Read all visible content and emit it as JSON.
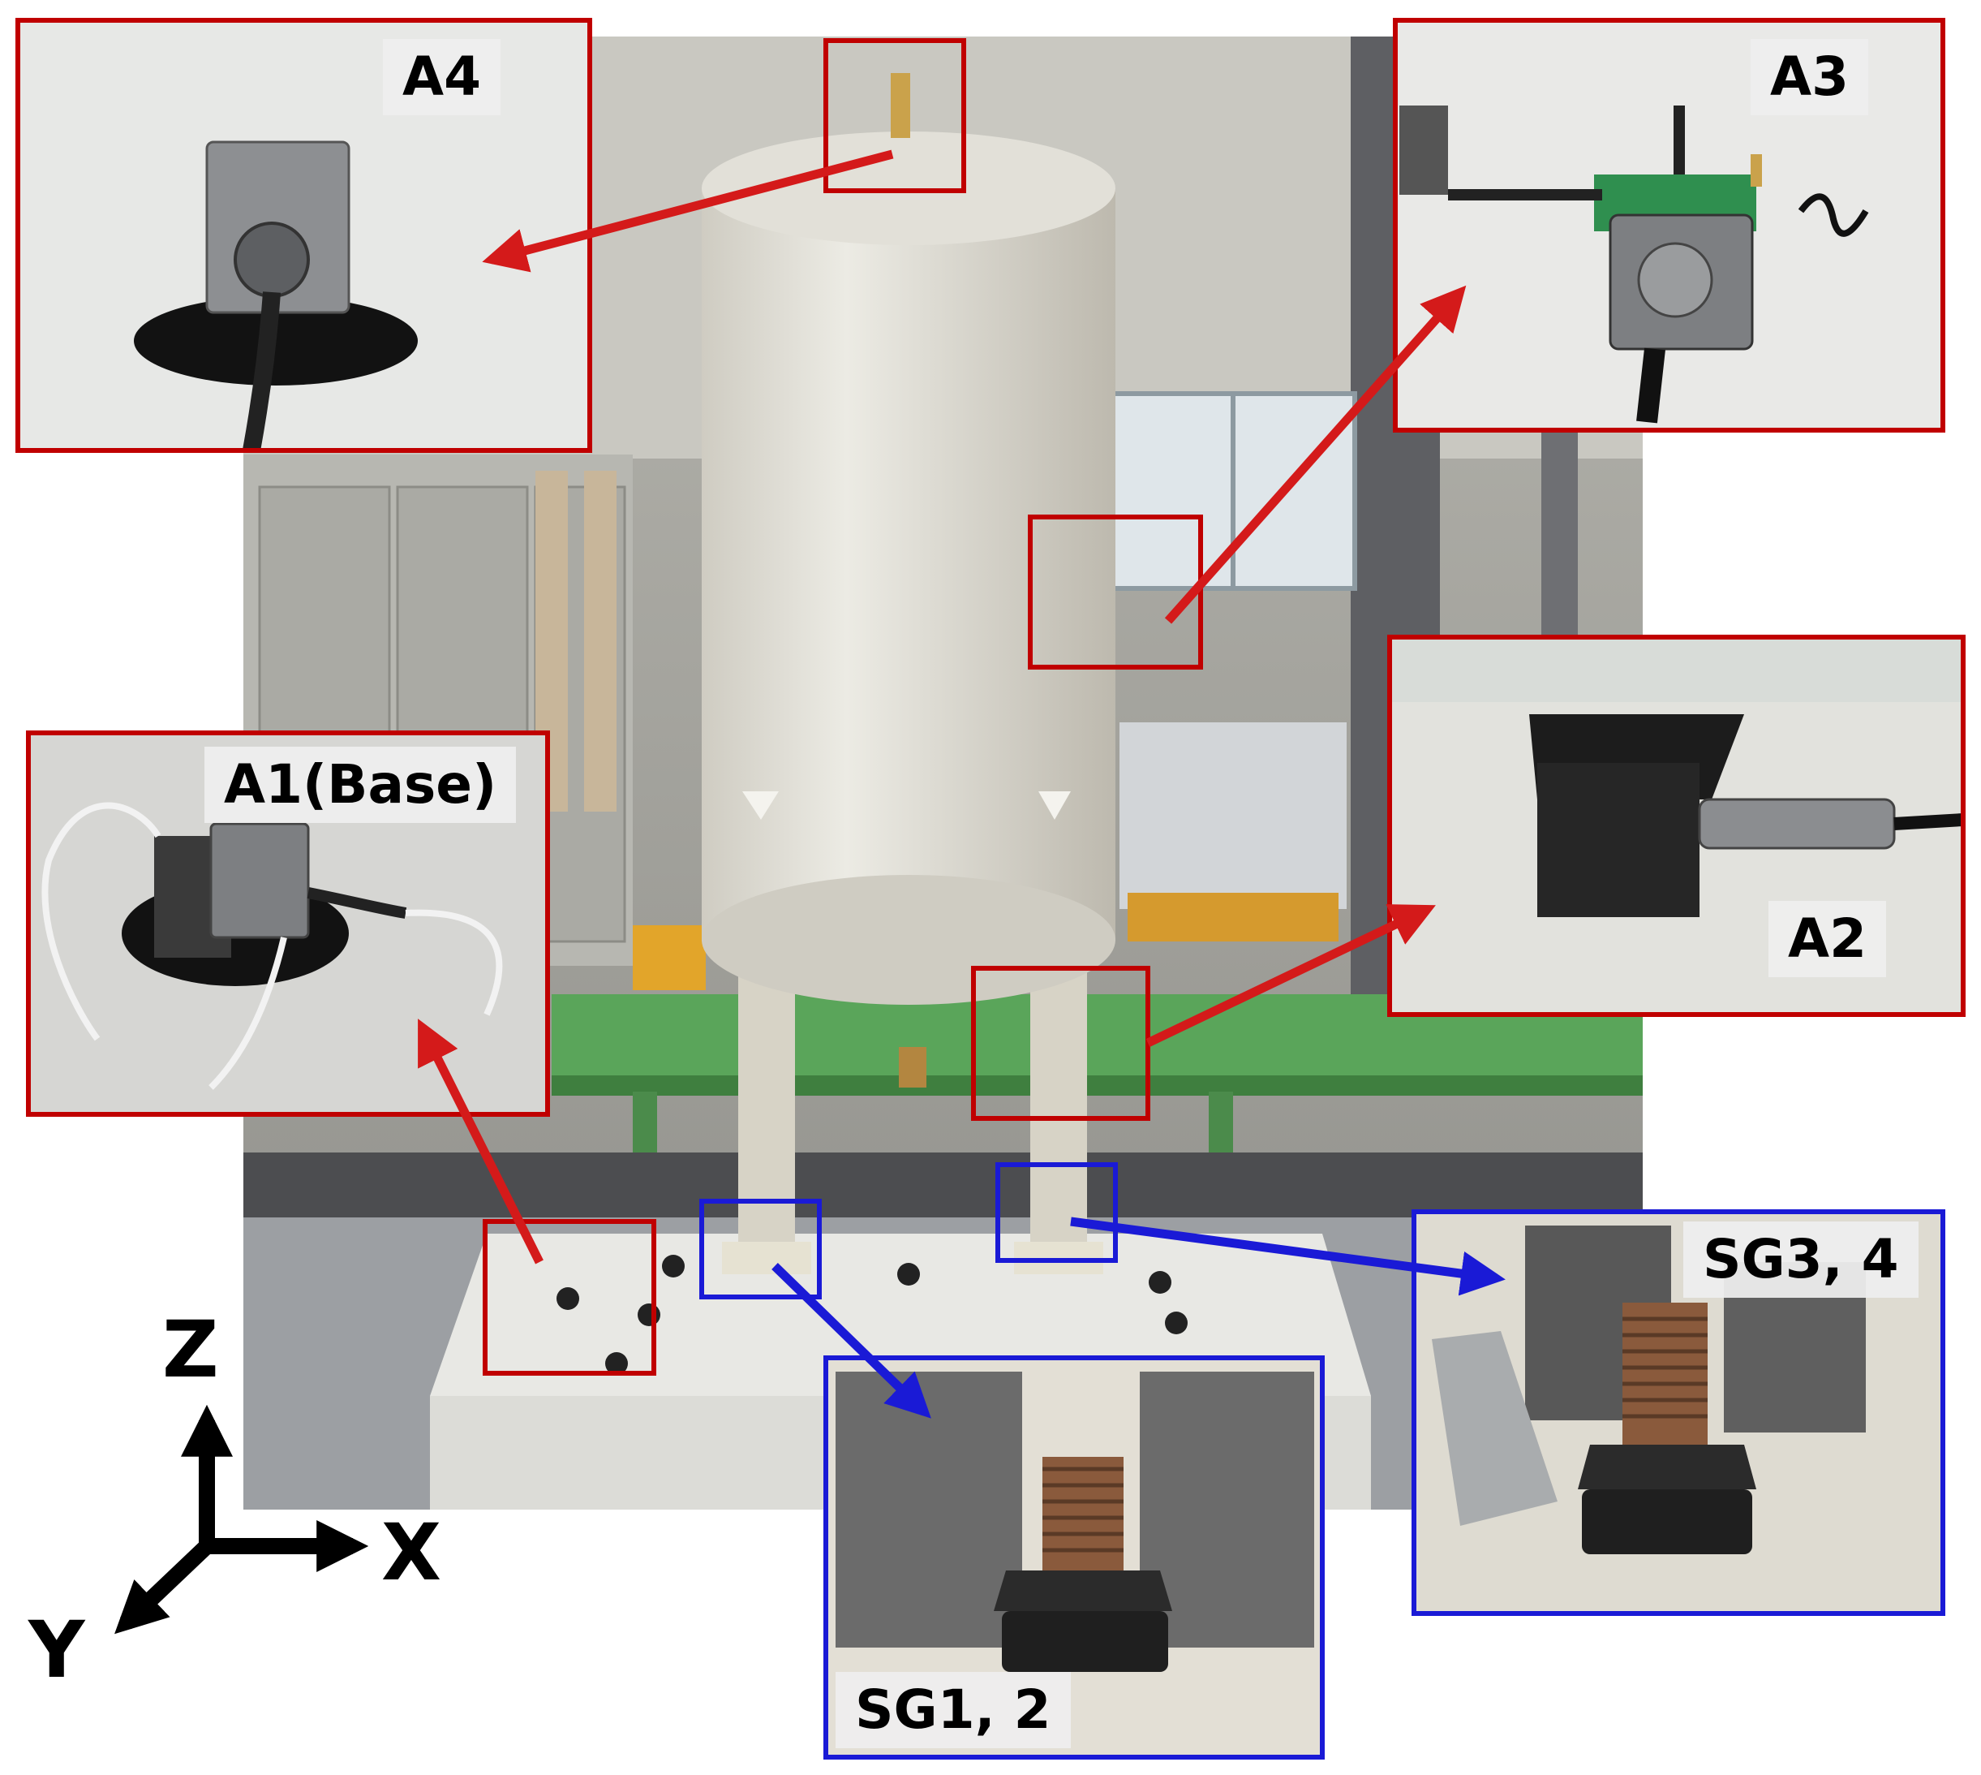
{
  "labels": {
    "a4": "A4",
    "a3": "A3",
    "a2": "A2",
    "a1": "A1(Base)",
    "sg12": "SG1, 2",
    "sg34": "SG3, 4"
  },
  "axes": {
    "z": "Z",
    "x": "X",
    "y": "Y"
  },
  "colors": {
    "accelerometer_frame": "#c00000",
    "strain_gauge_frame": "#1a1ad6",
    "tank_body": "#e4e1d7",
    "platform_green": "#5aa55a",
    "background_gray": "#9a9a96"
  }
}
